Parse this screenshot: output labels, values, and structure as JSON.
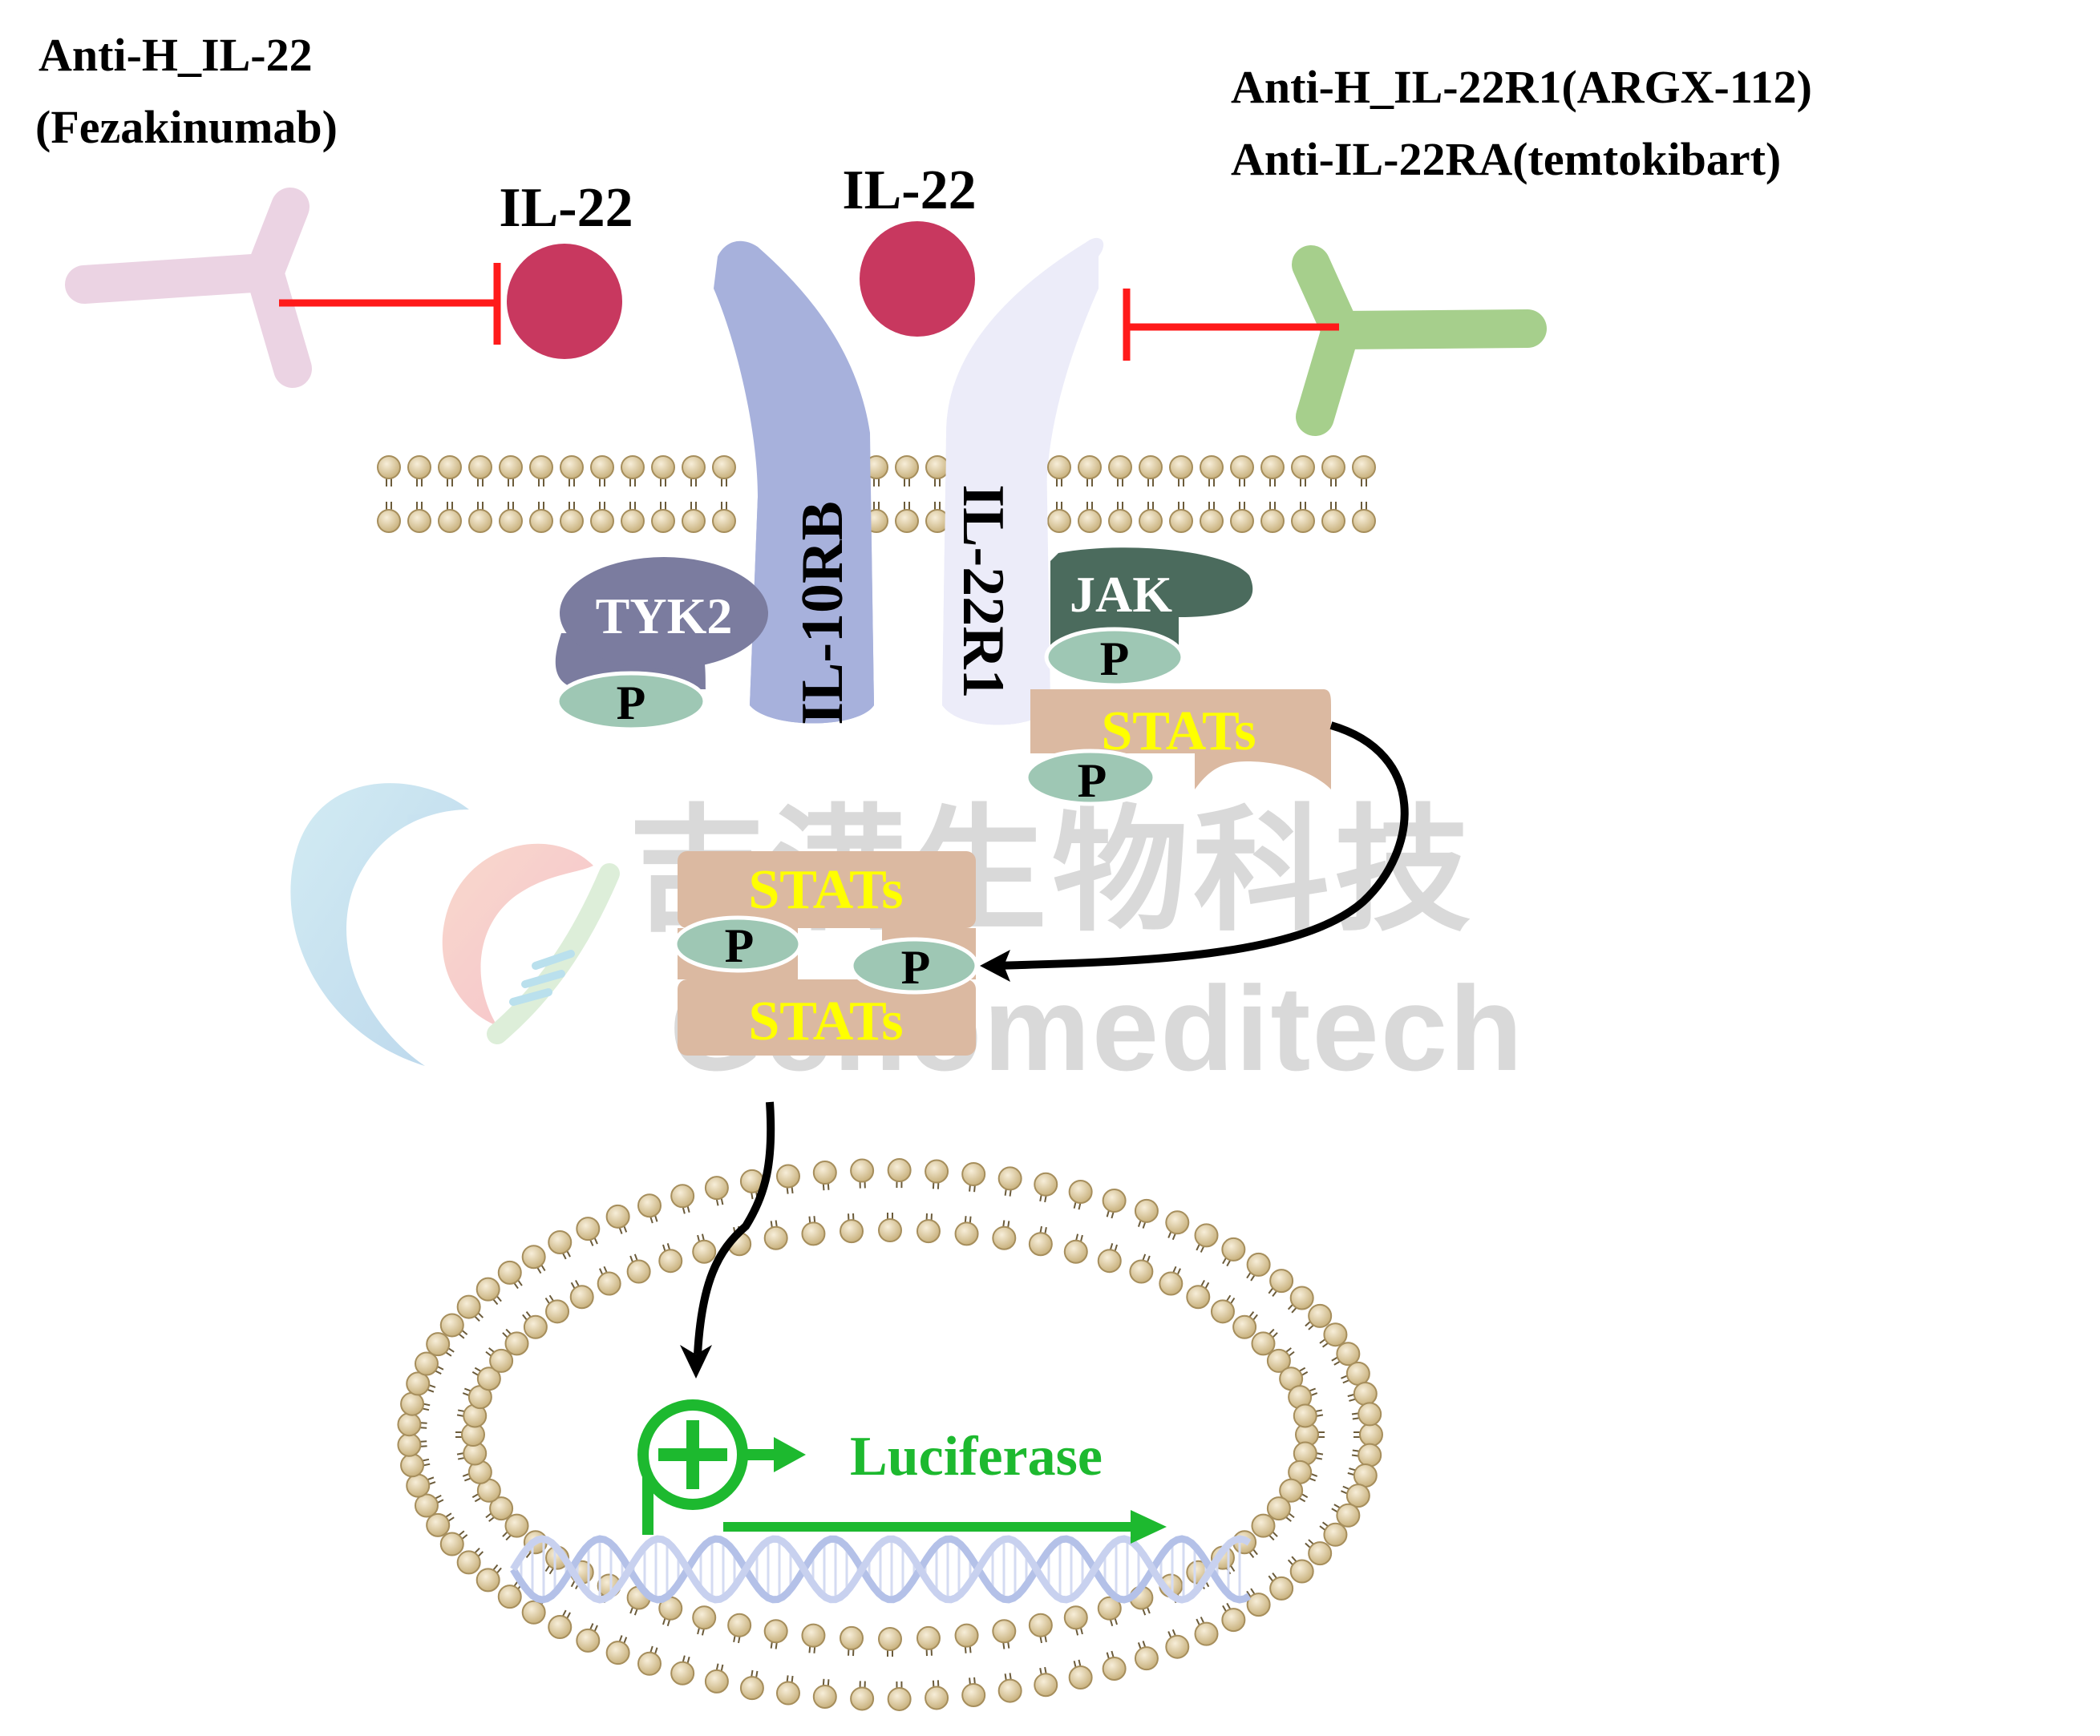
{
  "labels": {
    "left_antibody_line1": "Anti-H_IL-22",
    "left_antibody_line2": "(Fezakinumab)",
    "right_antibody_line1": "Anti-H_IL-22R1(ARGX-112)",
    "right_antibody_line2": "Anti-IL-22RA(temtokibart)",
    "ligand_left": "IL-22",
    "ligand_center": "IL-22",
    "receptor_left": "IL-10RB",
    "receptor_right": "IL-22R1",
    "kinase_left": "TYK2",
    "kinase_right": "JAK",
    "phospho": "P",
    "stats": "STATs",
    "reporter": "Luciferase"
  },
  "watermark": {
    "chinese": "吉满生物科技",
    "latin": "Genomeditech"
  },
  "colors": {
    "inhibition": "#ff1a1a",
    "ligand": "#c8385f",
    "receptor_left": "#a7b1dc",
    "receptor_right": "#ececf9",
    "antibody_left": "#ebd3e3",
    "antibody_right": "#a6cf8c",
    "kinase_left": "#7b7c9f",
    "kinase_right": "#4b6b5d",
    "phospho": "#9ec7b4",
    "stats_box": "#dbb9a1",
    "stats_text": "#ffff00",
    "reporter": "#1db92f",
    "membrane_head": "#dcc9a2",
    "dna": "#b4c1e8"
  },
  "icons": [
    "antibody-icon",
    "ligand-icon",
    "receptor-icon",
    "kinase-icon",
    "phosphate-icon",
    "transcription-factor-icon",
    "promoter-plus-icon",
    "dna-helix-icon",
    "membrane-icon"
  ]
}
